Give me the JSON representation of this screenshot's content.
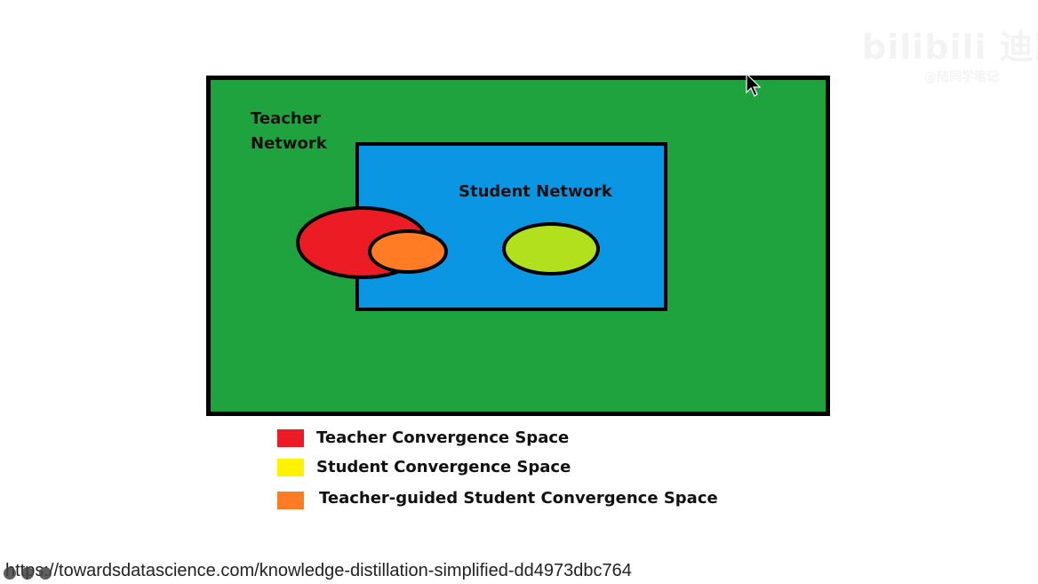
{
  "diagram": {
    "teacher_label": "Teacher\nNetwork",
    "student_label": "Student Network",
    "colors": {
      "outer": "#1fa33e",
      "inner": "#0a96e3",
      "teacher_ellipse": "#ec1c24",
      "guided_ellipse": "#ff7b24",
      "student_ellipse": "#b3e01c"
    }
  },
  "legend": {
    "items": [
      {
        "label": "Teacher Convergence Space",
        "color": "#ec1c24"
      },
      {
        "label": "Student Convergence Space",
        "color": "#fff200"
      },
      {
        "label": "Teacher-guided Student Convergence Space",
        "color": "#ff7b24"
      }
    ]
  },
  "footer": {
    "url": "https://towardsdatascience.com/knowledge-distillation-simplified-dd4973dbc764"
  },
  "watermark": {
    "main": "bilibili 迪家",
    "sub": "@陆同学笔记"
  },
  "icons": {
    "cursor": "mouse-pointer-icon"
  }
}
